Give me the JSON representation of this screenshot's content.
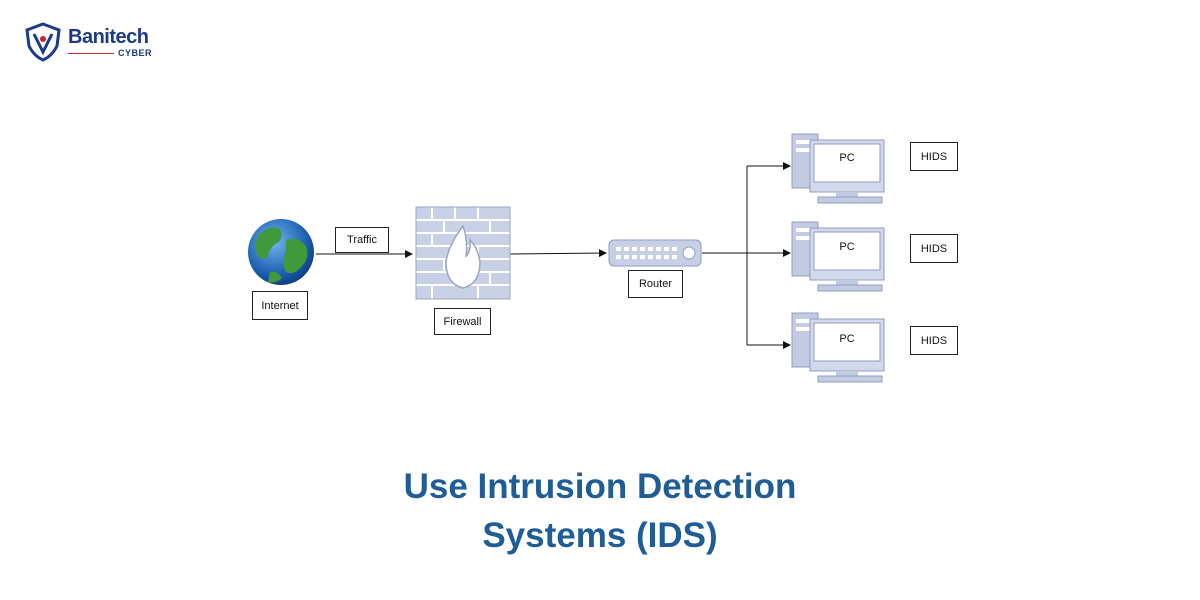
{
  "brand": {
    "name": "Banitech",
    "sub": "CYBER"
  },
  "diagram": {
    "internet_label": "Internet",
    "traffic_label": "Traffic",
    "firewall_label": "Firewall",
    "router_label": "Router",
    "pcs": [
      {
        "label": "PC",
        "hids": "HIDS"
      },
      {
        "label": "PC",
        "hids": "HIDS"
      },
      {
        "label": "PC",
        "hids": "HIDS"
      }
    ]
  },
  "headline": {
    "line1": "Use Intrusion Detection",
    "line2": "Systems (IDS)"
  },
  "colors": {
    "brand": "#1a3a8a",
    "accent": "#c9252c",
    "headline": "#1f5d96",
    "device": "#b7c2db"
  }
}
